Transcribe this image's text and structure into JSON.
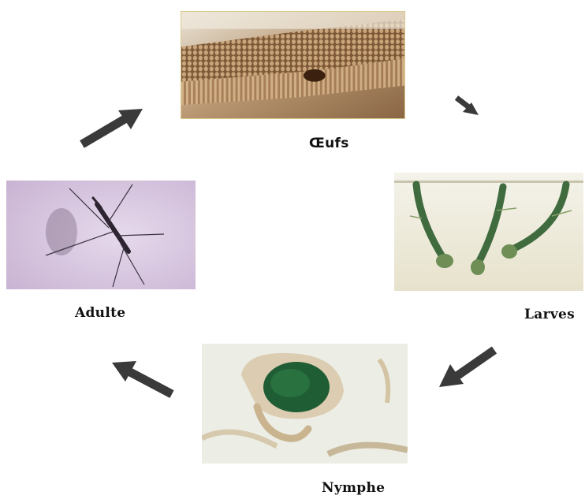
{
  "diagram": {
    "stages": {
      "eggs": {
        "label": "Œufs"
      },
      "larvae": {
        "label": "Larves"
      },
      "pupa": {
        "label": "Nymphe"
      },
      "adult": {
        "label": "Adulte"
      }
    },
    "cycle_order": [
      "eggs",
      "larvae",
      "pupa",
      "adult"
    ],
    "colors": {
      "arrow": "#3a3a3a",
      "label": "#111111",
      "background": "#ffffff"
    }
  }
}
